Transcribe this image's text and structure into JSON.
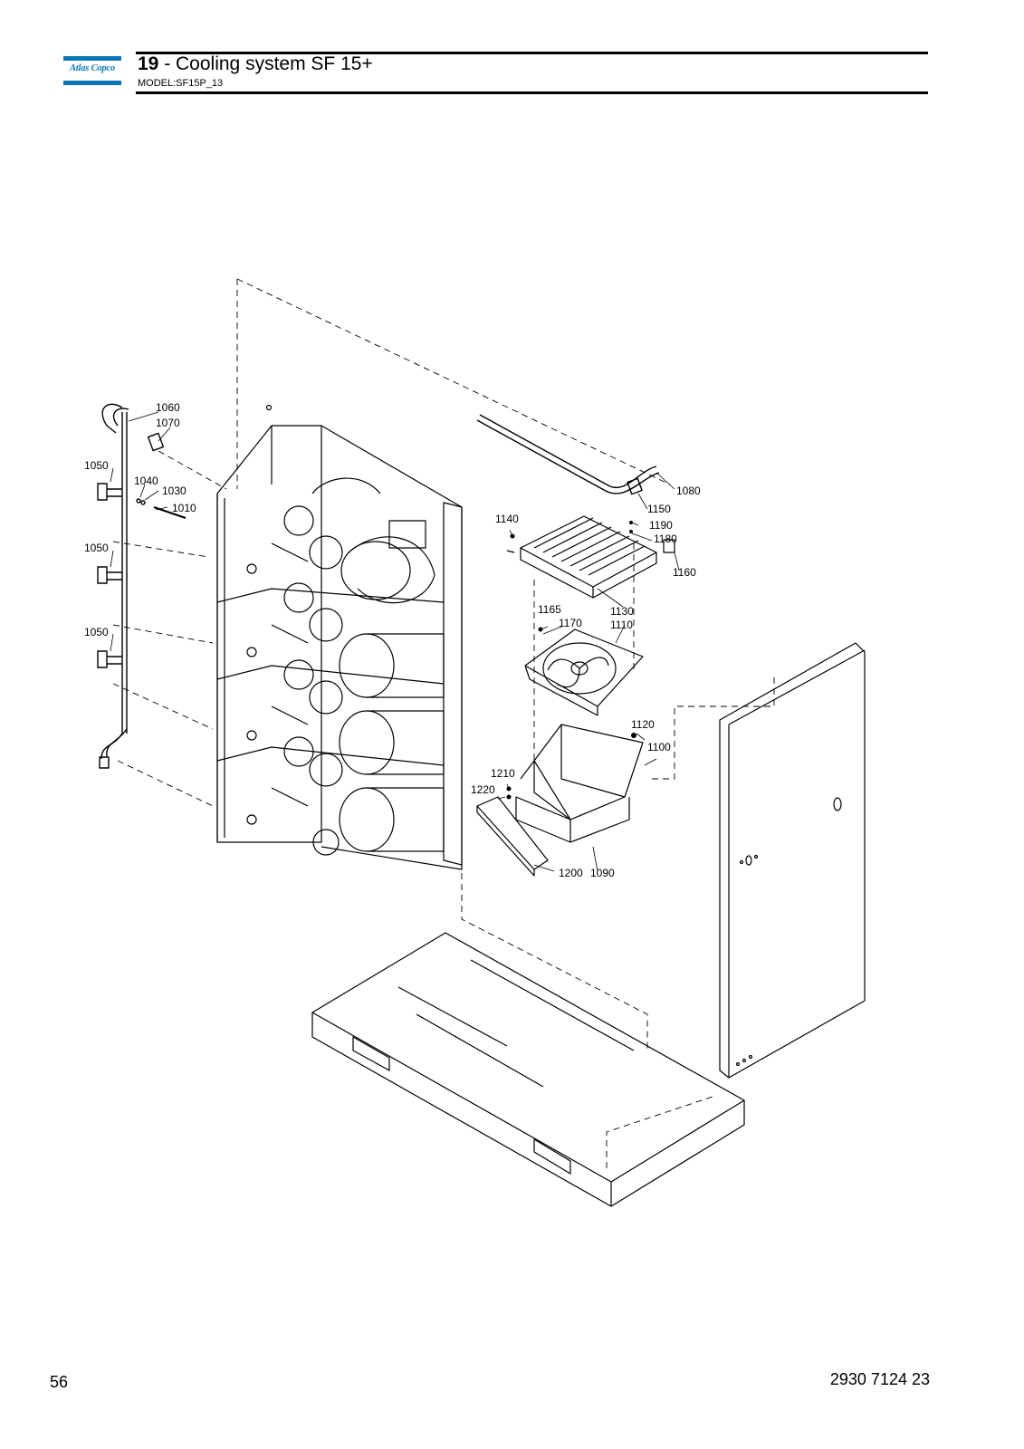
{
  "header": {
    "logo_text": "AtlasCopco",
    "section_number": "19",
    "section_title": " - Cooling system SF 15+",
    "model": "MODEL:SF15P_13"
  },
  "drawing": {
    "callouts": [
      "1060",
      "1070",
      "1050",
      "1040",
      "1030",
      "1010",
      "1050",
      "1050",
      "1080",
      "1150",
      "1140",
      "1190",
      "1180",
      "1160",
      "1165",
      "1170",
      "1130",
      "1110",
      "1120",
      "1100",
      "1210",
      "1220",
      "1200",
      "1090"
    ]
  },
  "footer": {
    "page_number": "56",
    "document_number": "2930 7124 23"
  }
}
